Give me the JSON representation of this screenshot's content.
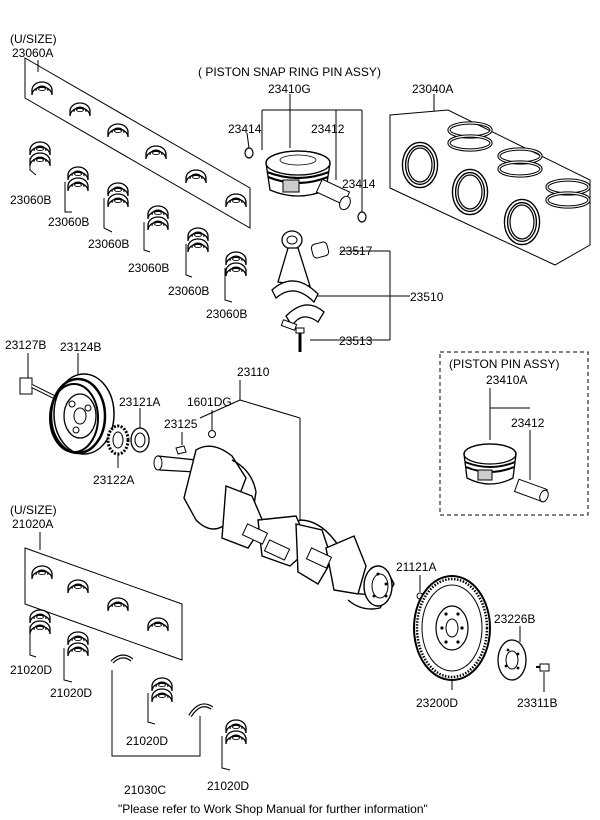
{
  "diagram": {
    "groups": {
      "main_bearing_usize": {
        "note": "(U/SIZE)",
        "part": "23060A"
      },
      "piston_snap_ring_pin_assy": {
        "title": "( PISTON  SNAP RING  PIN ASSY)",
        "part": "23410G"
      },
      "piston_pin_assy": {
        "title": "(PISTON  PIN ASSY)",
        "part": "23410A"
      },
      "thrust_bearing_usize": {
        "note": "(U/SIZE)",
        "part": "21020A"
      }
    },
    "labels": {
      "p23040A": "23040A",
      "p23414_left": "23414",
      "p23412_upper": "23412",
      "p23414_right": "23414",
      "p23060B_1": "23060B",
      "p23060B_2": "23060B",
      "p23060B_3": "23060B",
      "p23060B_4": "23060B",
      "p23060B_5": "23060B",
      "p23060B_6": "23060B",
      "p23517": "23517",
      "p23510": "23510",
      "p23513": "23513",
      "p23127B": "23127B",
      "p23124B": "23124B",
      "p23110": "23110",
      "p1601DG": "1601DG",
      "p23121A": "23121A",
      "p23125": "23125",
      "p23122A": "23122A",
      "p23412_lower": "23412",
      "p21121A": "21121A",
      "p23226B": "23226B",
      "p21020D_1": "21020D",
      "p21020D_2": "21020D",
      "p21020D_3": "21020D",
      "p21020D_4": "21020D",
      "p23200D": "23200D",
      "p23311B": "23311B",
      "p21030C": "21030C"
    },
    "footer_note": "\"Please refer to Work Shop Manual for further information\""
  }
}
